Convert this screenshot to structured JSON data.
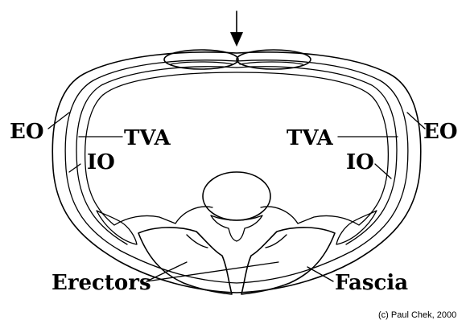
{
  "labels": {
    "eo_left": "EO",
    "eo_right": "EO",
    "tva_left": "TVA",
    "tva_right": "TVA",
    "io_left": "IO",
    "io_right": "IO",
    "erectors": "Erectors",
    "fascia": "Fascia"
  },
  "credit": "(c) Paul Chek, 2000"
}
